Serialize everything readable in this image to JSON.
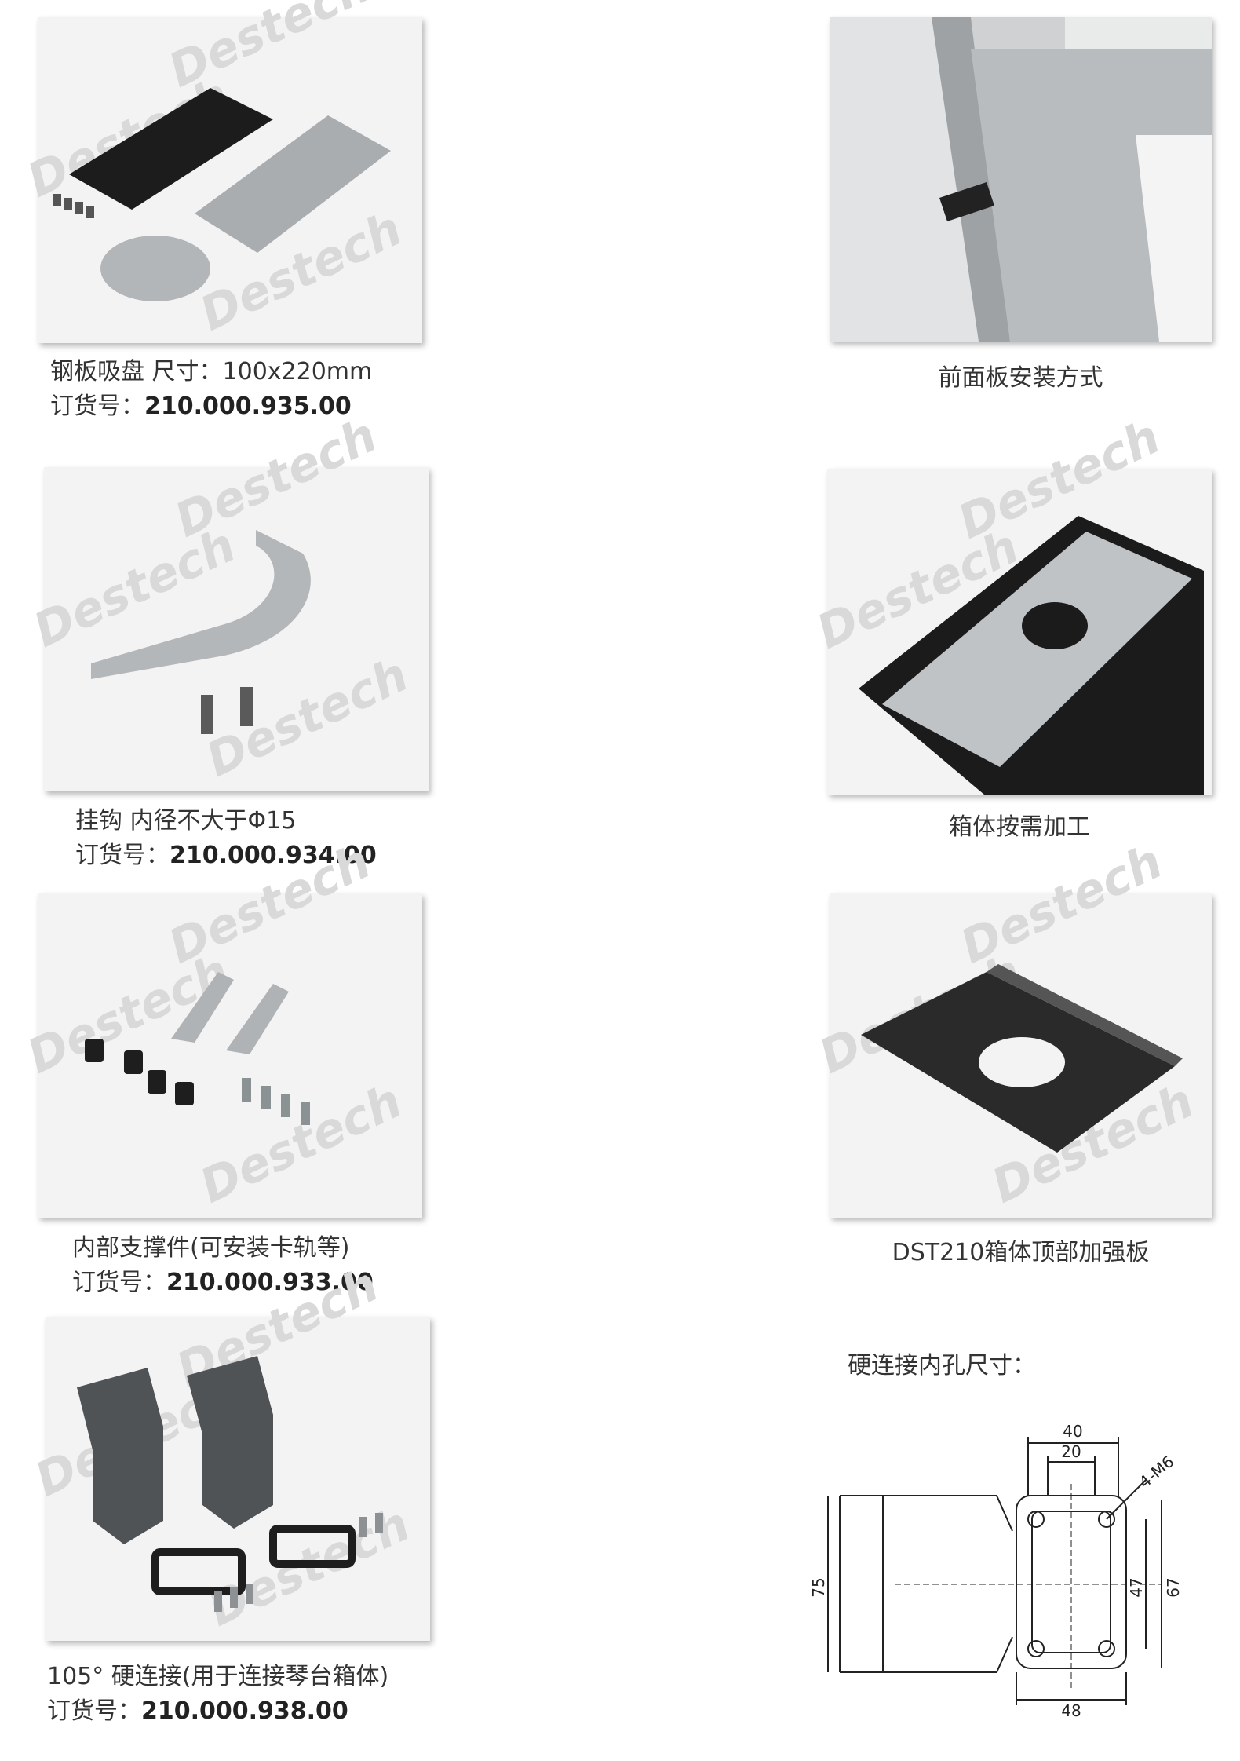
{
  "watermark": "Destech",
  "products": [
    {
      "name": "钢板吸盘  尺寸：100x220mm",
      "order_label": "订货号：",
      "order_no": "210.000.935.00"
    },
    {
      "name": "挂钩  内径不大于Φ15",
      "order_label": "订货号：",
      "order_no": "210.000.934.00"
    },
    {
      "name": "内部支撑件(可安装卡轨等)",
      "order_label": "订货号：",
      "order_no": "210.000.933.00"
    },
    {
      "name": "105° 硬连接(用于连接琴台箱体)",
      "order_label": "订货号：",
      "order_no": "210.000.938.00"
    }
  ],
  "right_captions": [
    "前面板安装方式",
    "箱体按需加工",
    "DST210箱体顶部加强板"
  ],
  "drawing": {
    "title": "硬连接内孔尺寸：",
    "dims": {
      "w40": "40",
      "w20": "20",
      "thread": "4-M6",
      "h75": "75",
      "h47": "47",
      "h67": "67",
      "w48": "48"
    }
  }
}
